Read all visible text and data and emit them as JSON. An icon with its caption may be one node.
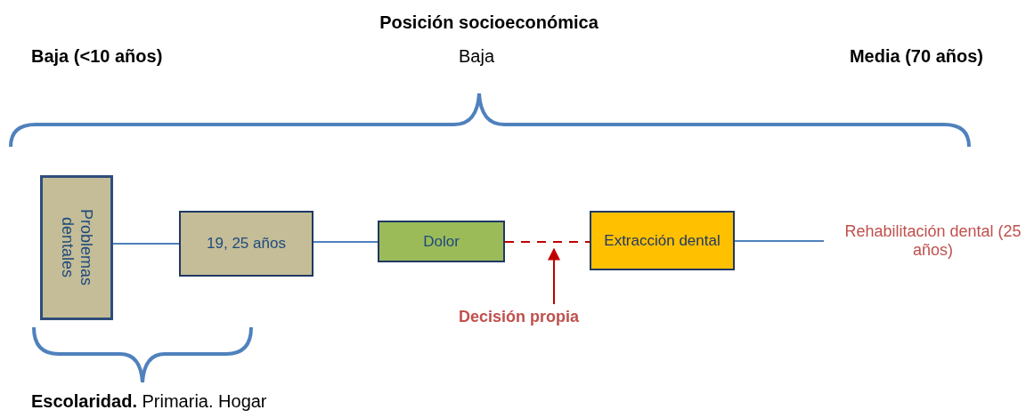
{
  "diagram": {
    "title": "Posición socioeconómica",
    "nodes": [
      {
        "text": [
          "Problemas dentales"
        ]
      },
      {
        "text": [
          "19, 25 años"
        ]
      },
      {
        "text": [
          "Dolor"
        ]
      },
      {
        "text": [
          "Extracción dental"
        ]
      },
      {
        "text": [
          "Rehabilitación dental (25 años)"
        ]
      },
      {
        "text": [
          "Decisión propia"
        ]
      }
    ],
    "edges": [
      {
        "from": 0,
        "to": 1,
        "arrow": "none"
      },
      {
        "from": 1,
        "to": 2,
        "arrow": "none"
      },
      {
        "from": 2,
        "to": 3,
        "arrow": "none",
        "style": "dashed",
        "color": "#c00000"
      },
      {
        "from": 3,
        "to": 4,
        "arrow": "none"
      },
      {
        "from": 5,
        "to": null,
        "arrow": "to",
        "color": "#c00000"
      }
    ],
    "labels": [
      "Baja (<10 años)",
      "Baja",
      "Media (70 años)",
      "**Escolaridad.** Primaria. Hogar"
    ]
  }
}
